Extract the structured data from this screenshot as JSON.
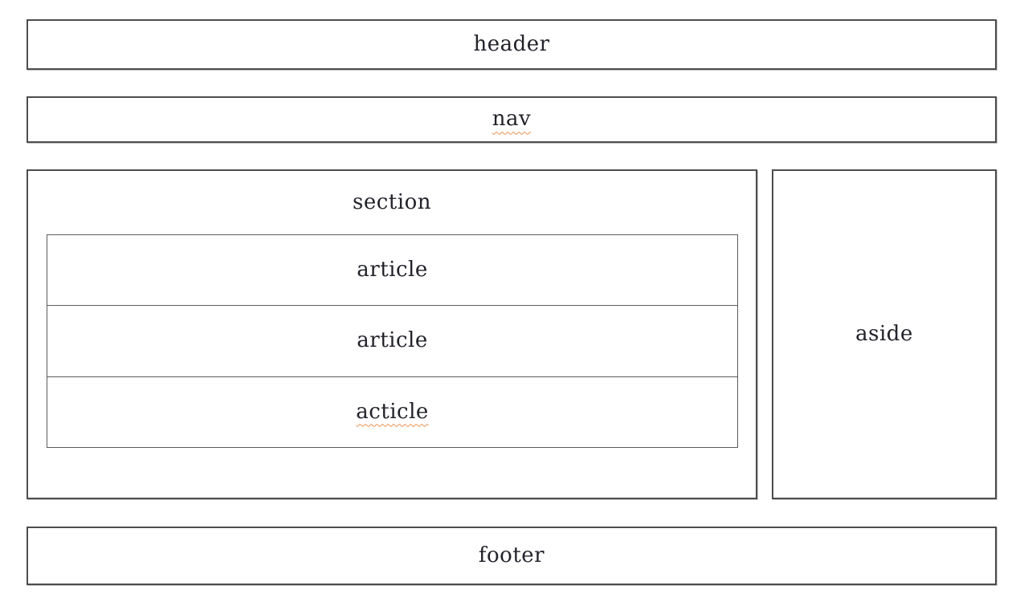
{
  "diagram": {
    "header": {
      "label": "header"
    },
    "nav": {
      "label": "nav",
      "spellcheck_underline": true
    },
    "section": {
      "label": "section",
      "articles": [
        {
          "label": "article",
          "spellcheck_underline": false
        },
        {
          "label": "article",
          "spellcheck_underline": false
        },
        {
          "label": "acticle",
          "spellcheck_underline": true
        }
      ]
    },
    "aside": {
      "label": "aside"
    },
    "footer": {
      "label": "footer"
    },
    "colors": {
      "background": "#ffffff",
      "box_border": "#4d4d4d",
      "article_border": "#5c5c5c",
      "text": "#22232a",
      "spellcheck_underline": "#e89150"
    }
  }
}
